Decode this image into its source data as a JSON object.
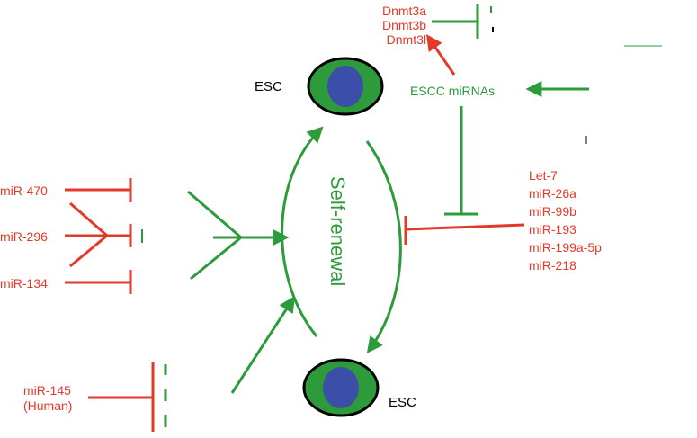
{
  "diagram": {
    "esc_top_label": "ESC",
    "esc_bottom_label": "ESC",
    "self_renewal_label": "Self-renewal",
    "escc_mirnas_label": "ESCC miRNAs",
    "dnmt_targets": [
      "Dnmt3a",
      "Dnmt3b",
      "Dnmt3l"
    ],
    "left_mirnas": [
      "miR-470",
      "miR-296",
      "miR-134"
    ],
    "human_mirna": [
      "miR-145",
      "(Human)"
    ],
    "differentiation_mirnas": [
      "Let-7",
      "miR-26a",
      "miR-99b",
      "miR-193",
      "miR-199a-5p",
      "miR-218"
    ],
    "colors": {
      "red": "#e23a2a",
      "green": "#2e9b3b",
      "cell_fill": "#2e9b3b",
      "nucleus_fill": "#3b4ea8"
    }
  }
}
